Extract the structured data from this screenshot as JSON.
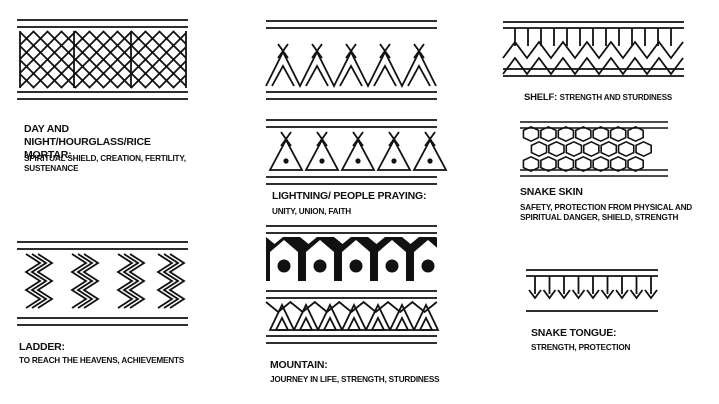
{
  "motifs": [
    {
      "id": "day-night",
      "title": "DAY AND NIGHT/HOURGLASS/RICE MORTAR:",
      "meaning": "SPIRITUAL SHIELD, CREATION, FERTILITY, SUSTENANCE"
    },
    {
      "id": "lightning",
      "title": "LIGHTNING/ PEOPLE PRAYING:",
      "meaning": "UNITY, UNION, FAITH"
    },
    {
      "id": "shelf",
      "title": "SHELF:",
      "meaning": "STRENGTH AND STURDINESS"
    },
    {
      "id": "snake-skin",
      "title": "SNAKE SKIN",
      "meaning": "SAFETY, PROTECTION FROM PHYSICAL AND SPIRITUAL DANGER, SHIELD, STRENGTH"
    },
    {
      "id": "ladder",
      "title": "LADDER:",
      "meaning": "TO REACH THE HEAVENS, ACHIEVEMENTS"
    },
    {
      "id": "mountain",
      "title": "MOUNTAIN:",
      "meaning": "JOURNEY IN LIFE, STRENGTH, STURDINESS"
    },
    {
      "id": "snake-tongue",
      "title": "SNAKE TONGUE:",
      "meaning": "STRENGTH, PROTECTION"
    }
  ],
  "colors": {
    "ink": "#111111",
    "background": "#ffffff"
  }
}
